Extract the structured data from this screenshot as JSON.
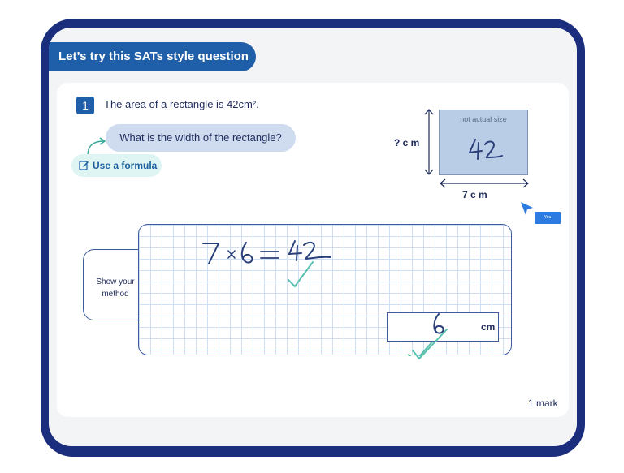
{
  "header": {
    "title": "Let’s try this SATs style question"
  },
  "question": {
    "number": "1",
    "text": "The area of a rectangle is 42cm².",
    "prompt": "What is the width of the rectangle?",
    "hint_label": "Use a formula",
    "hint_icon": "pencil-edit-icon"
  },
  "diagram": {
    "note": "not actual size",
    "handwritten_value": "42",
    "side_label": "? c m",
    "bottom_label": "7 c m",
    "fill_color": "#b9cde6"
  },
  "cursor": {
    "label": "You",
    "color": "#2d7be0"
  },
  "method": {
    "label_line1": "Show your",
    "label_line2": "method",
    "working": "7 × 6 = 42",
    "answer": "6",
    "unit": "cm"
  },
  "marks": {
    "text": "1 mark"
  },
  "colors": {
    "frame": "#1b2d7d",
    "accent": "#1f5ea8",
    "ink": "#2a3f7a",
    "tick": "#58bfae"
  }
}
